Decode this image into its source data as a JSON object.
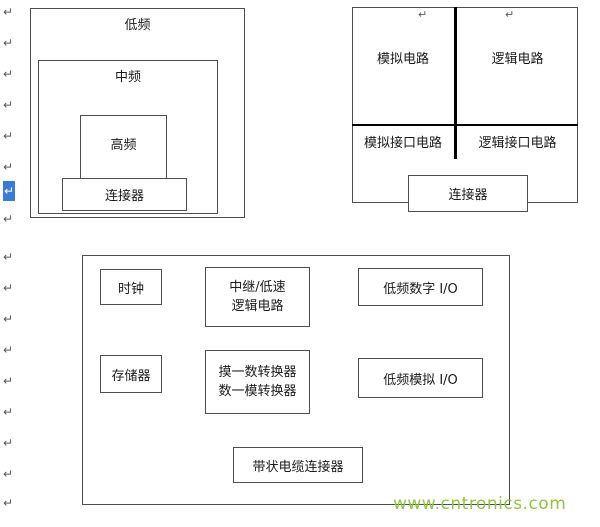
{
  "marks": {
    "glyph": "↵"
  },
  "colors": {
    "border": "#4d4d4d",
    "divider": "#000000",
    "selection": "#3a7bd5",
    "watermark": "#8dc63f"
  },
  "watermark": {
    "text": "www.cntronics.com"
  },
  "diagram_nested": {
    "low": "低频",
    "mid": "中频",
    "high": "高频",
    "connector": "连接器"
  },
  "diagram_quadrant": {
    "analog": "模拟电路",
    "logic": "逻辑电路",
    "analog_if": "模拟接口电路",
    "logic_if": "逻辑接口电路",
    "connector": "连接器"
  },
  "diagram_board": {
    "clock": "时钟",
    "relay_line1": "中继/低速",
    "relay_line2": "逻辑电路",
    "digital_io": "低频数字 I/O",
    "memory": "存储器",
    "adc_line1": "摸一数转换器",
    "adc_line2": "数一模转换器",
    "analog_io": "低频模拟 I/O",
    "ribbon_connector": "带状电缆连接器"
  }
}
